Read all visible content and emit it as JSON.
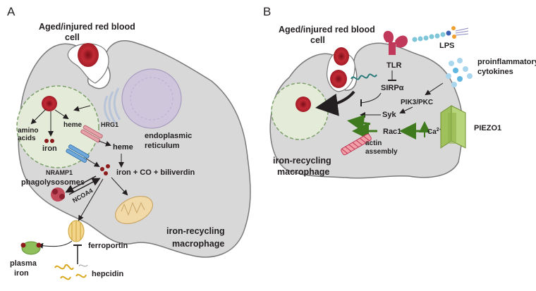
{
  "panel_a": {
    "panel_letter": "A",
    "title_line1": "Aged/injured red blood",
    "title_line2": "cell",
    "amino_line1": "amino",
    "amino_line2": "acids",
    "heme_inner": "heme",
    "iron": "iron",
    "hrg1": "HRG1",
    "nramp1": "NRAMP1",
    "phagolysosomes": "phagolysosomes",
    "heme_outer": "heme",
    "er_line1": "endoplasmic",
    "er_line2": "reticulum",
    "products": "iron + CO + biliverdin",
    "ncoa4": "NCOA4",
    "ferroportin": "ferroportin",
    "plasma_line1": "plasma",
    "plasma_line2": "iron",
    "hepcidin": "hepcidin",
    "macrophage_line1": "iron-recycling",
    "macrophage_line2": "macrophage"
  },
  "panel_b": {
    "panel_letter": "B",
    "title_line1": "Aged/injured red blood",
    "title_line2": "cell",
    "lps": "LPS",
    "tlr": "TLR",
    "cytokines_line1": "proinflammatory",
    "cytokines_line2": "cytokines",
    "sirpa": "SIRPα",
    "pik3": "PIK3/PKC",
    "syk": "Syk",
    "rac1": "Rac1",
    "calcium": "Ca",
    "calcium_sup": "2+",
    "piezo1": "PIEZO1",
    "actin_line1": "actin",
    "actin_line2": "assembly",
    "macrophage_line1": "iron-recycling",
    "macrophage_line2": "macrophage"
  },
  "colors": {
    "cell_fill": "#d8d8d8",
    "cell_stroke": "#7a7a7a",
    "rbc": "#b3202b",
    "phagolysosome": "#e4ecd9",
    "green_arrow": "#3f7a1f",
    "hrg1": "#e8a0a8",
    "nramp1": "#6fa8dc",
    "er": "#cfc6dc",
    "mitochondrion": "#f2d9a8",
    "piezo1": "#9fc05a"
  }
}
